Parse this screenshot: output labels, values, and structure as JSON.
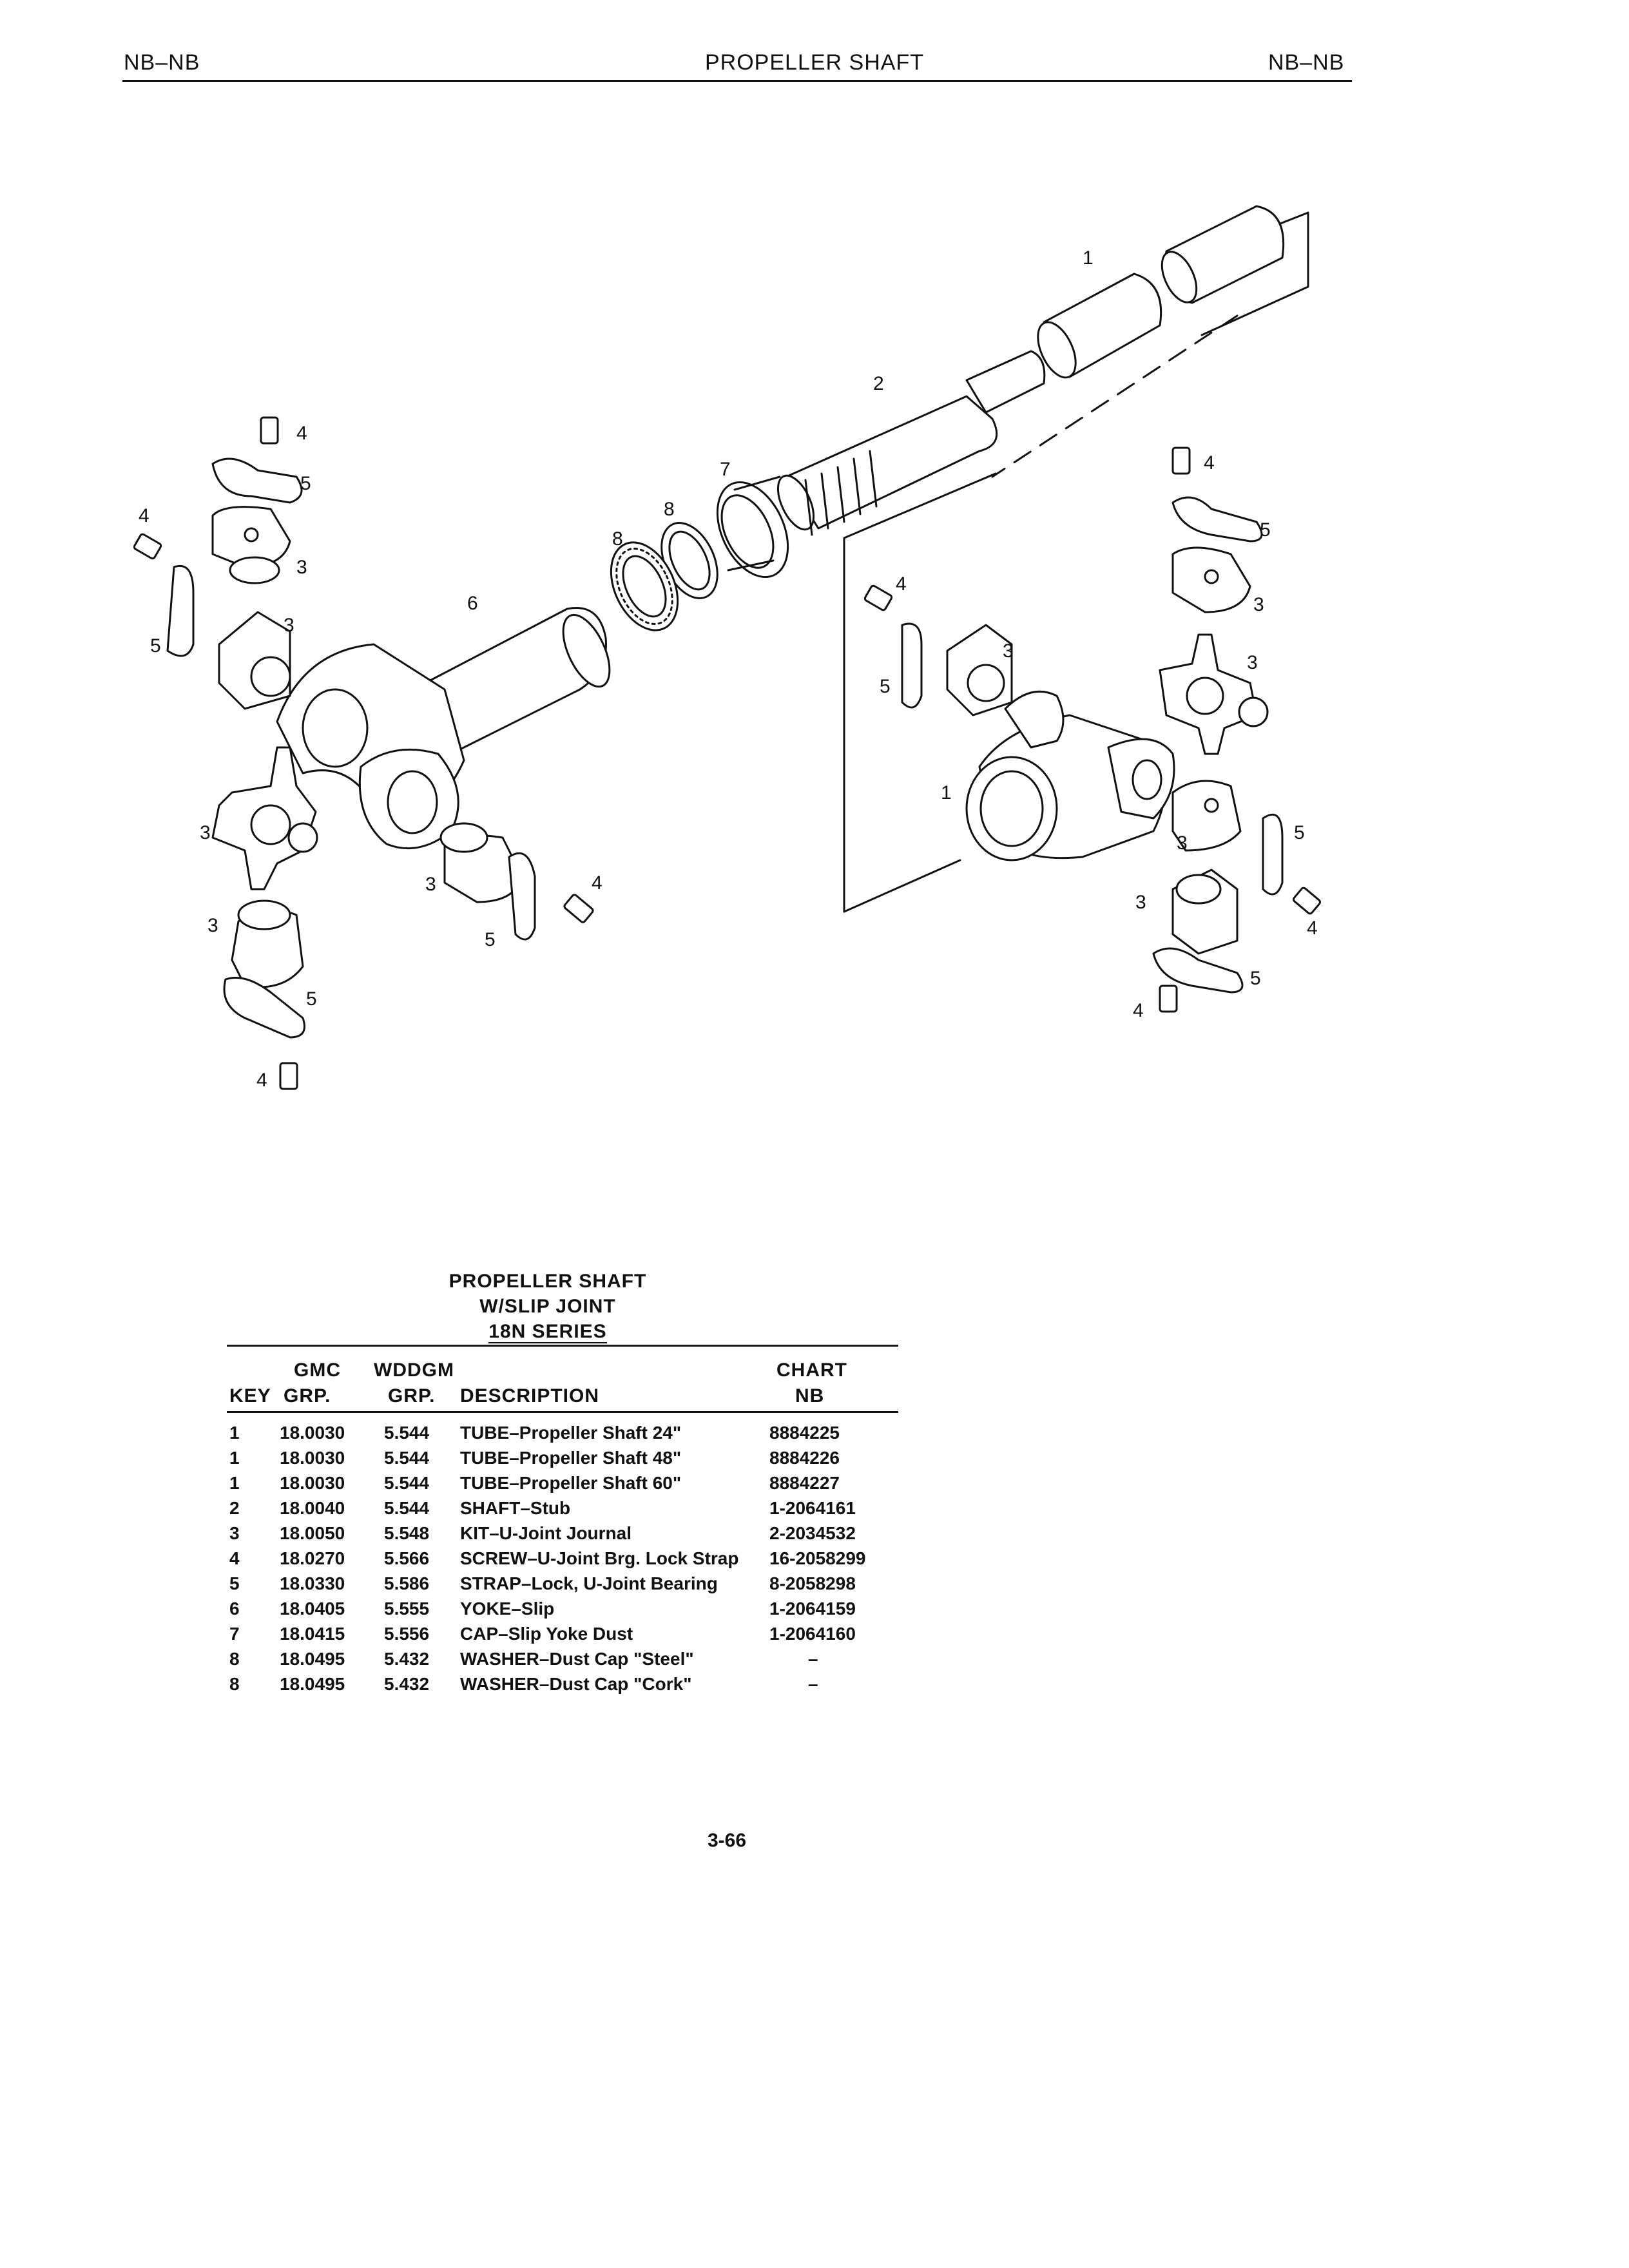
{
  "header": {
    "left": "NB–NB",
    "center": "PROPELLER SHAFT",
    "right": "NB–NB"
  },
  "diagram": {
    "callouts": [
      "1",
      "2",
      "3",
      "4",
      "5",
      "6",
      "7",
      "8"
    ]
  },
  "table": {
    "title_lines": [
      "PROPELLER SHAFT",
      "W/SLIP JOINT",
      "18N SERIES"
    ],
    "headers": {
      "key": "KEY",
      "gmc_top": "GMC",
      "gmc": "GRP.",
      "wddgm_top": "WDDGM",
      "wddgm": "GRP.",
      "description": "DESCRIPTION",
      "chart_top": "CHART",
      "chart": "NB"
    },
    "rows": [
      {
        "key": "1",
        "gmc": "18.0030",
        "wddgm": "5.544",
        "description": "TUBE–Propeller Shaft 24\"",
        "nb": "8884225"
      },
      {
        "key": "1",
        "gmc": "18.0030",
        "wddgm": "5.544",
        "description": "TUBE–Propeller Shaft 48\"",
        "nb": "8884226"
      },
      {
        "key": "1",
        "gmc": "18.0030",
        "wddgm": "5.544",
        "description": "TUBE–Propeller Shaft 60\"",
        "nb": "8884227"
      },
      {
        "key": "2",
        "gmc": "18.0040",
        "wddgm": "5.544",
        "description": "SHAFT–Stub",
        "nb": "1-2064161"
      },
      {
        "key": "3",
        "gmc": "18.0050",
        "wddgm": "5.548",
        "description": "KIT–U-Joint Journal",
        "nb": "2-2034532"
      },
      {
        "key": "4",
        "gmc": "18.0270",
        "wddgm": "5.566",
        "description": "SCREW–U-Joint Brg. Lock Strap",
        "nb": "16-2058299"
      },
      {
        "key": "5",
        "gmc": "18.0330",
        "wddgm": "5.586",
        "description": "STRAP–Lock, U-Joint Bearing",
        "nb": "8-2058298"
      },
      {
        "key": "6",
        "gmc": "18.0405",
        "wddgm": "5.555",
        "description": "YOKE–Slip",
        "nb": "1-2064159"
      },
      {
        "key": "7",
        "gmc": "18.0415",
        "wddgm": "5.556",
        "description": "CAP–Slip Yoke Dust",
        "nb": "1-2064160"
      },
      {
        "key": "8",
        "gmc": "18.0495",
        "wddgm": "5.432",
        "description": "WASHER–Dust Cap \"Steel\"",
        "nb": "–"
      },
      {
        "key": "8",
        "gmc": "18.0495",
        "wddgm": "5.432",
        "description": "WASHER–Dust Cap \"Cork\"",
        "nb": "–"
      }
    ]
  },
  "page_number": "3-66"
}
